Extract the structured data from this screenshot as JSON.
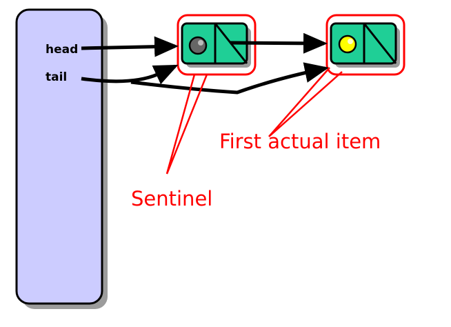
{
  "labels": {
    "head": "head",
    "tail": "tail",
    "first_item": "First actual item",
    "sentinel": "Sentinel"
  },
  "colors": {
    "queue_body": "#ccccff",
    "node_fill": "#1fcf96",
    "sentinel_value": "#666666",
    "first_item_value": "#ffff00",
    "highlight": "#ff0000",
    "arrow": "#000000"
  }
}
